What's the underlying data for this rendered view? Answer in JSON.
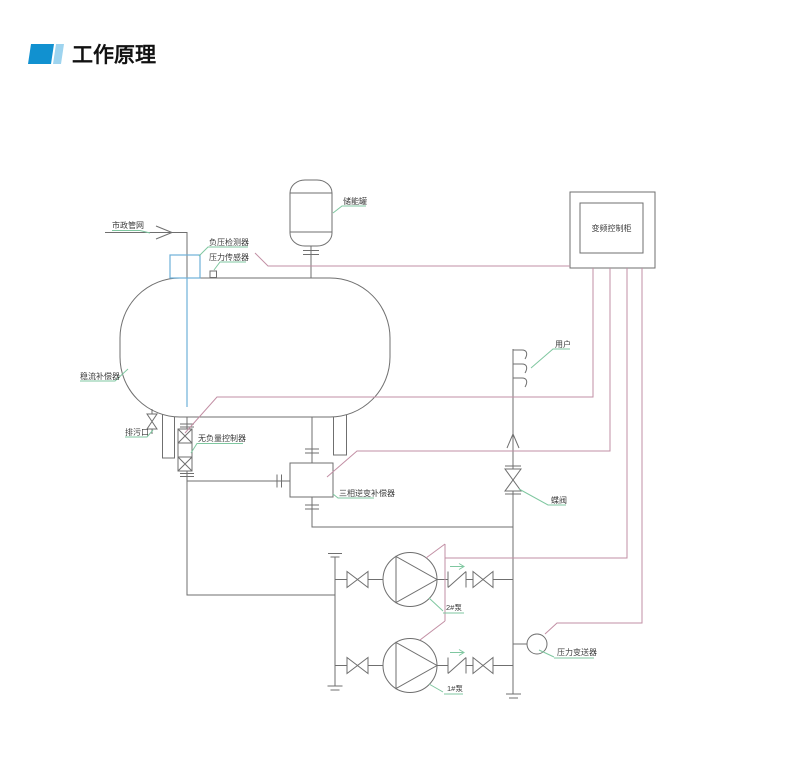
{
  "title": {
    "text": "工作原理"
  },
  "colors": {
    "line": "#6f6f6f",
    "signal": "#c28fa4",
    "leader": "#7fc7a0",
    "blue": "#6fb0d8",
    "text": "#3c3c3c",
    "accent": "#1191d0",
    "accent_light": "#9ed4ef"
  },
  "labels": {
    "municipal": "市政管网",
    "vacuum_detector": "负压检测器",
    "pressure_sensor": "压力传感器",
    "storage_tank": "储能罐",
    "vfd_cabinet": "变频控制柜",
    "flow_compensator": "稳流补偿器",
    "drain": "排污口",
    "no_negative_controller": "无负量控制器",
    "inverter_compensator": "三相逆变补偿器",
    "user": "用户",
    "butterfly_valve": "蝶阀",
    "pump2": "2#泵",
    "pump1": "1#泵",
    "pressure_transmitter": "压力变送器"
  }
}
